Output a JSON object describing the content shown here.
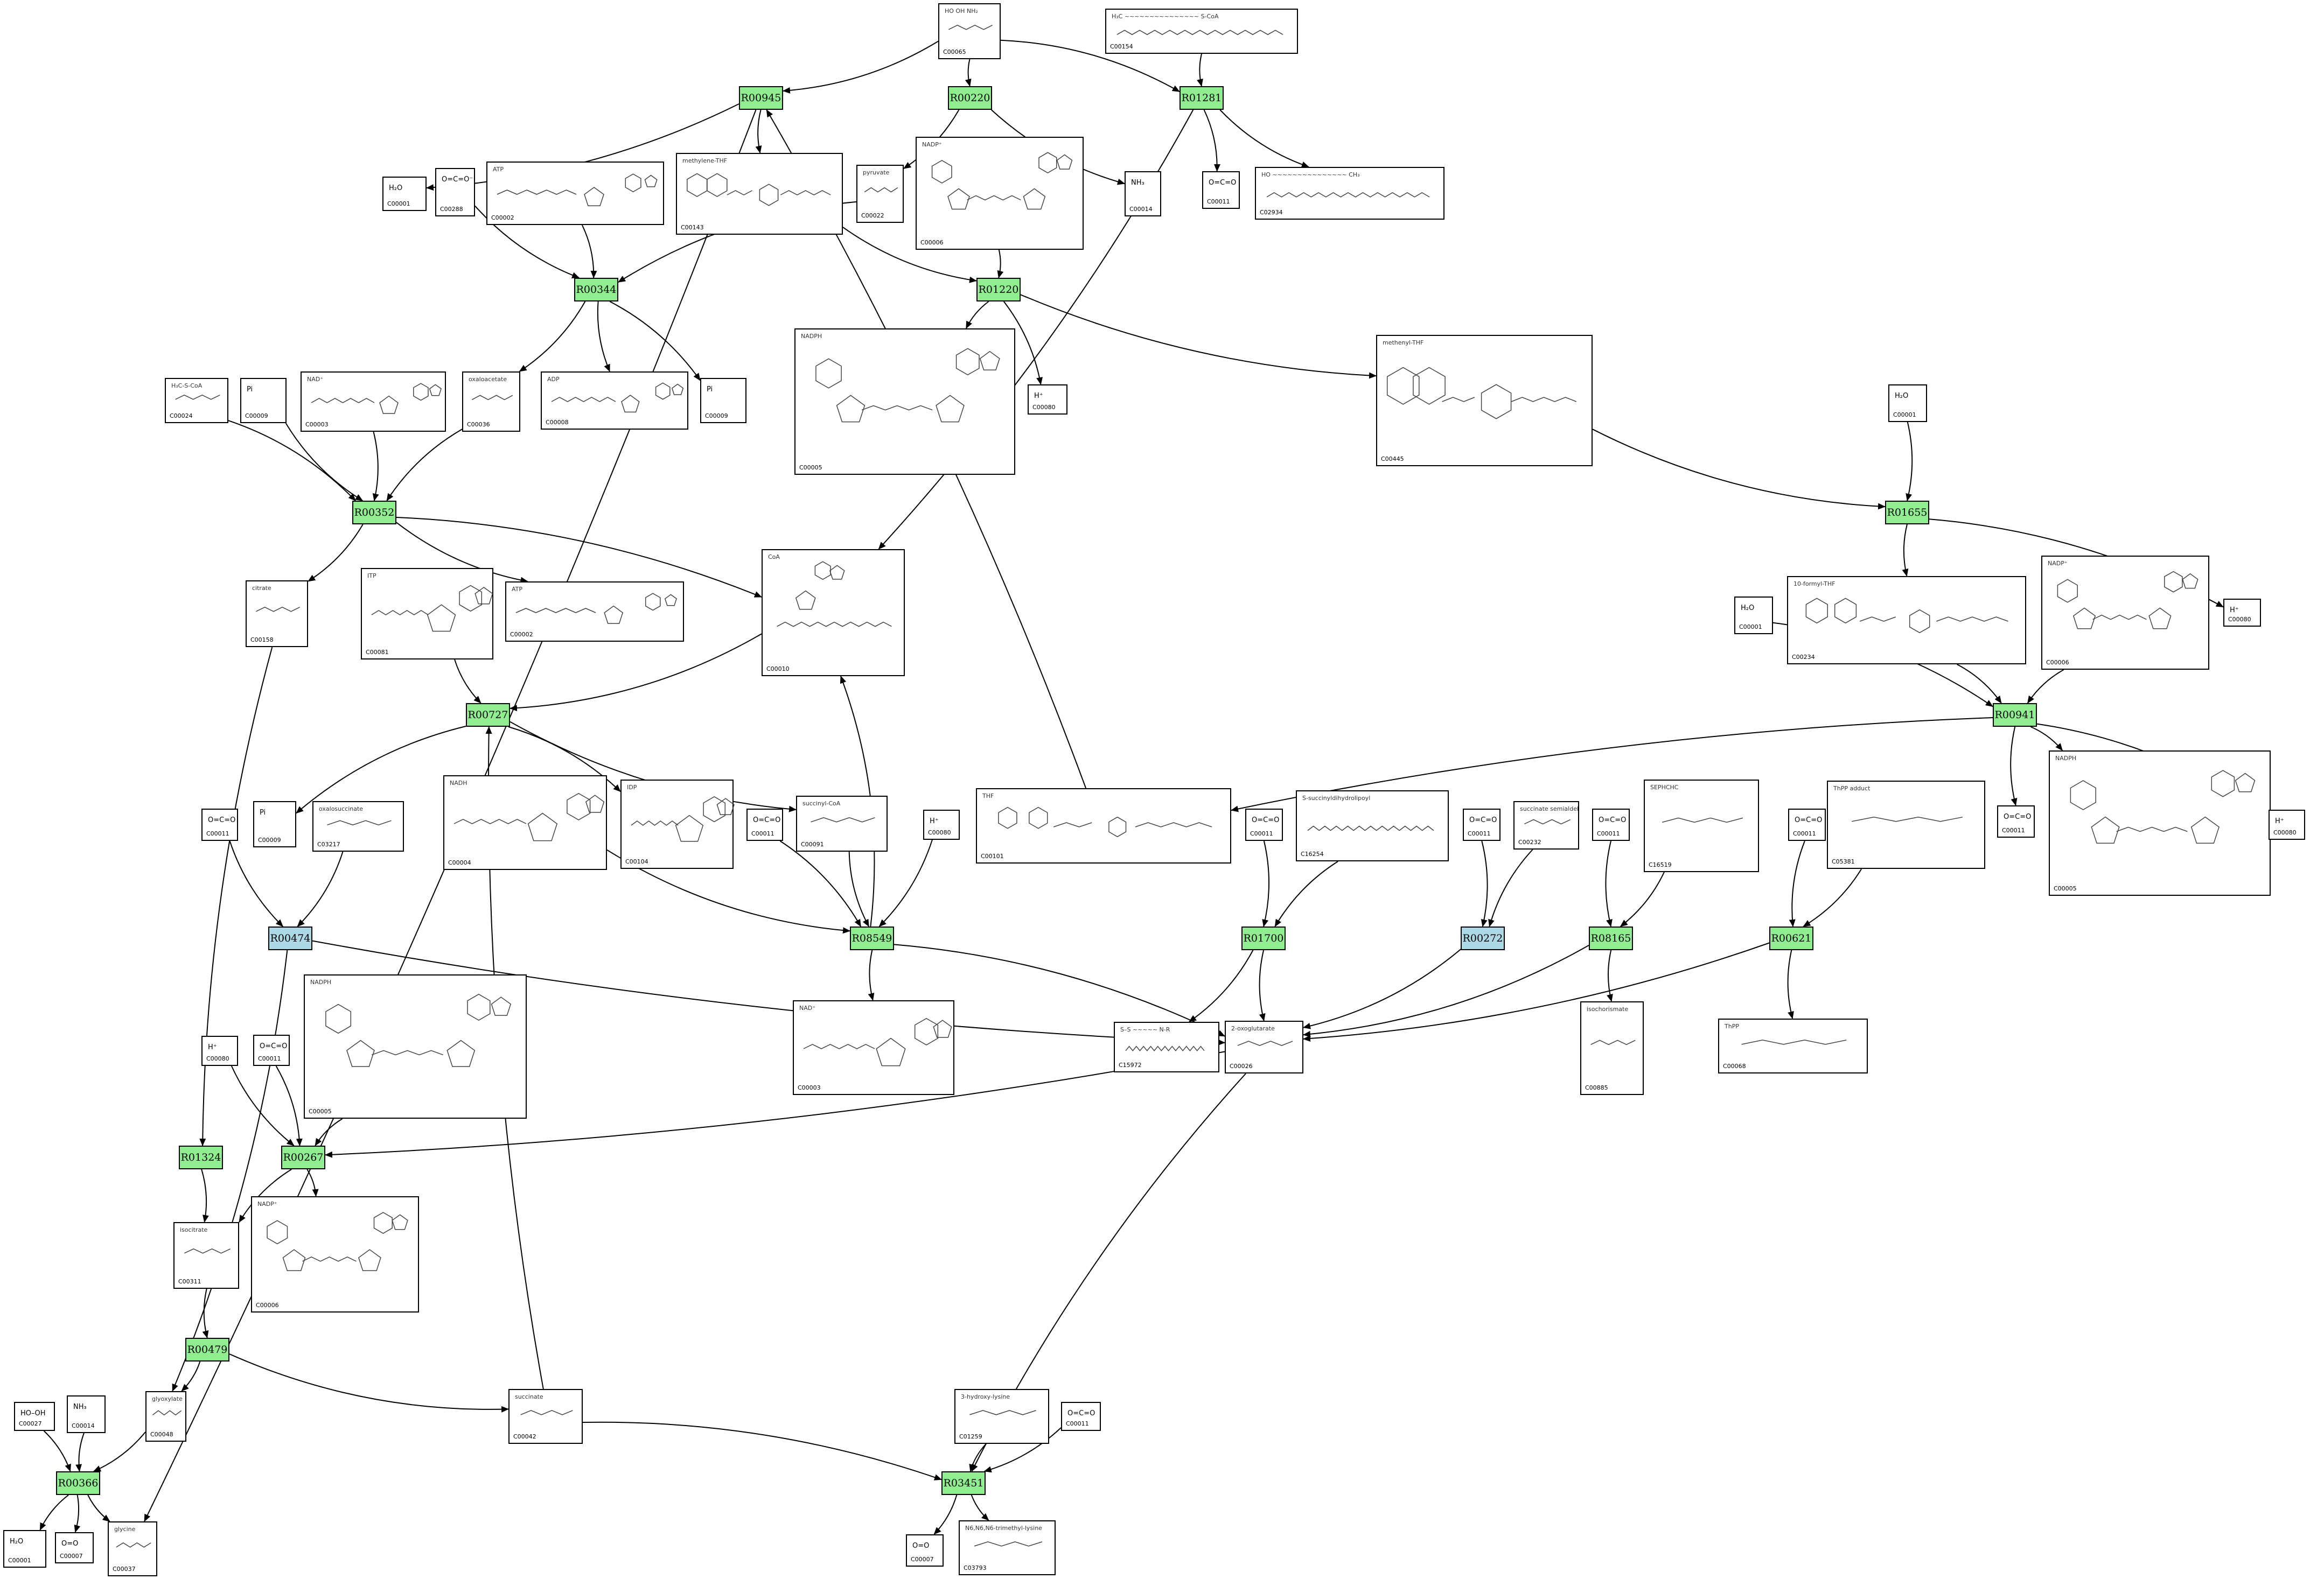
{
  "colors": {
    "reaction": "#90EE90",
    "reaction_alt": "#ADD8E6",
    "stroke": "#000000",
    "background": "#ffffff"
  },
  "reactions": [
    {
      "id": "R00945",
      "label": "R00945",
      "color": "#90EE90"
    },
    {
      "id": "R00220",
      "label": "R00220",
      "color": "#90EE90"
    },
    {
      "id": "R01281",
      "label": "R01281",
      "color": "#90EE90"
    },
    {
      "id": "R00344",
      "label": "R00344",
      "color": "#90EE90"
    },
    {
      "id": "R01220",
      "label": "R01220",
      "color": "#90EE90"
    },
    {
      "id": "R00352",
      "label": "R00352",
      "color": "#90EE90"
    },
    {
      "id": "R01655",
      "label": "R01655",
      "color": "#90EE90"
    },
    {
      "id": "R00727",
      "label": "R00727",
      "color": "#90EE90"
    },
    {
      "id": "R00941",
      "label": "R00941",
      "color": "#90EE90"
    },
    {
      "id": "R00474",
      "label": "R00474",
      "color": "#ADD8E6"
    },
    {
      "id": "R08549",
      "label": "R08549",
      "color": "#90EE90"
    },
    {
      "id": "R01700",
      "label": "R01700",
      "color": "#90EE90"
    },
    {
      "id": "R00272",
      "label": "R00272",
      "color": "#ADD8E6"
    },
    {
      "id": "R08165",
      "label": "R08165",
      "color": "#90EE90"
    },
    {
      "id": "R00621",
      "label": "R00621",
      "color": "#90EE90"
    },
    {
      "id": "R01324",
      "label": "R01324",
      "color": "#90EE90"
    },
    {
      "id": "R00267",
      "label": "R00267",
      "color": "#90EE90"
    },
    {
      "id": "R00479",
      "label": "R00479",
      "color": "#90EE90"
    },
    {
      "id": "R00366",
      "label": "R00366",
      "color": "#90EE90"
    },
    {
      "id": "R03451",
      "label": "R03451",
      "color": "#90EE90"
    }
  ],
  "compounds": [
    {
      "key": "k01",
      "cid": "C00065",
      "label": "HO  OH  NH₂",
      "shape": "small"
    },
    {
      "key": "k02",
      "cid": "C00154",
      "label": "H₃C ~~~~~~~~~~~~~~~ S-CoA",
      "shape": "chain"
    },
    {
      "key": "k03",
      "cid": "C00001",
      "label": "H₂O",
      "shape": "tiny"
    },
    {
      "key": "k04",
      "cid": "C00288",
      "label": "O=C=O⁻",
      "shape": "tiny"
    },
    {
      "key": "k05",
      "cid": "C00002",
      "label": "ATP",
      "shape": "nucleotide"
    },
    {
      "key": "k06",
      "cid": "C00143",
      "label": "methylene-THF",
      "shape": "folate"
    },
    {
      "key": "k07",
      "cid": "C00022",
      "label": "pyruvate",
      "shape": "small"
    },
    {
      "key": "k08",
      "cid": "C00006",
      "label": "NADP⁺",
      "shape": "nad"
    },
    {
      "key": "k09",
      "cid": "C00014",
      "label": "NH₃",
      "shape": "tiny"
    },
    {
      "key": "k10",
      "cid": "C00011",
      "label": "O=C=O",
      "shape": "tiny"
    },
    {
      "key": "k11",
      "cid": "C02934",
      "label": "HO ~~~~~~~~~~~~~~~ CH₃",
      "shape": "chain"
    },
    {
      "key": "k12",
      "cid": "C00024",
      "label": "H₃C-S-CoA",
      "shape": "small"
    },
    {
      "key": "k13",
      "cid": "C00009",
      "label": "Pi",
      "shape": "tiny"
    },
    {
      "key": "k14",
      "cid": "C00003",
      "label": "NAD⁺",
      "shape": "nucleotide"
    },
    {
      "key": "k15",
      "cid": "C00036",
      "label": "oxaloacetate",
      "shape": "small"
    },
    {
      "key": "k16",
      "cid": "C00008",
      "label": "ADP",
      "shape": "nucleotide"
    },
    {
      "key": "k17",
      "cid": "C00009",
      "label": "Pi",
      "shape": "tiny"
    },
    {
      "key": "k18",
      "cid": "C00005",
      "label": "NADPH",
      "shape": "nad_big"
    },
    {
      "key": "k19",
      "cid": "C00080",
      "label": "H⁺",
      "shape": "tiny"
    },
    {
      "key": "k20",
      "cid": "C00445",
      "label": "methenyl-THF",
      "shape": "folate_big"
    },
    {
      "key": "k21",
      "cid": "C00001",
      "label": "H₂O",
      "shape": "tiny"
    },
    {
      "key": "k22",
      "cid": "C00158",
      "label": "citrate",
      "shape": "small"
    },
    {
      "key": "k23",
      "cid": "C00081",
      "label": "ITP",
      "shape": "nucleotide"
    },
    {
      "key": "k24",
      "cid": "C00002",
      "label": "ATP",
      "shape": "nucleotide"
    },
    {
      "key": "k25",
      "cid": "C00010",
      "label": "CoA",
      "shape": "coa"
    },
    {
      "key": "k26",
      "cid": "C00234",
      "label": "10-formyl-THF",
      "shape": "folate"
    },
    {
      "key": "k27",
      "cid": "C00006",
      "label": "NADP⁺",
      "shape": "nad"
    },
    {
      "key": "k28",
      "cid": "C00001",
      "label": "H₂O",
      "shape": "tiny"
    },
    {
      "key": "k29",
      "cid": "C00080",
      "label": "H⁺",
      "shape": "tiny"
    },
    {
      "key": "k30",
      "cid": "C00011",
      "label": "O=C=O",
      "shape": "tiny"
    },
    {
      "key": "k31",
      "cid": "C00009",
      "label": "Pi",
      "shape": "tiny"
    },
    {
      "key": "k32",
      "cid": "C03217",
      "label": "oxalosuccinate",
      "shape": "small"
    },
    {
      "key": "k33",
      "cid": "C00004",
      "label": "NADH",
      "shape": "nucleotide"
    },
    {
      "key": "k34",
      "cid": "C00104",
      "label": "IDP",
      "shape": "nucleotide"
    },
    {
      "key": "k35",
      "cid": "C00011",
      "label": "O=C=O",
      "shape": "tiny"
    },
    {
      "key": "k36",
      "cid": "C00091",
      "label": "succinyl-CoA",
      "shape": "small"
    },
    {
      "key": "k37",
      "cid": "C00080",
      "label": "H⁺",
      "shape": "tiny"
    },
    {
      "key": "k38",
      "cid": "C00101",
      "label": "THF",
      "shape": "folate_wide"
    },
    {
      "key": "k39",
      "cid": "C00011",
      "label": "O=C=O",
      "shape": "tiny"
    },
    {
      "key": "k40",
      "cid": "C16254",
      "label": "S-succinyldihydrolipoyl",
      "shape": "chain"
    },
    {
      "key": "k41",
      "cid": "C00011",
      "label": "O=C=O",
      "shape": "tiny"
    },
    {
      "key": "k42",
      "cid": "C00232",
      "label": "succinate semialdehyde",
      "shape": "small"
    },
    {
      "key": "k43",
      "cid": "C00011",
      "label": "O=C=O",
      "shape": "tiny"
    },
    {
      "key": "k44",
      "cid": "C16519",
      "label": "SEPHCHC",
      "shape": "small"
    },
    {
      "key": "k45",
      "cid": "C00011",
      "label": "O=C=O",
      "shape": "tiny"
    },
    {
      "key": "k46",
      "cid": "C05381",
      "label": "ThPP adduct",
      "shape": "small"
    },
    {
      "key": "k47",
      "cid": "C00011",
      "label": "O=C=O",
      "shape": "tiny"
    },
    {
      "key": "k48",
      "cid": "C00080",
      "label": "H⁺",
      "shape": "tiny"
    },
    {
      "key": "k49",
      "cid": "C00005",
      "label": "NADPH",
      "shape": "nad_big"
    },
    {
      "key": "k50",
      "cid": "C00005",
      "label": "NADPH",
      "shape": "nad_big"
    },
    {
      "key": "k51",
      "cid": "C00080",
      "label": "H⁺",
      "shape": "tiny"
    },
    {
      "key": "k52",
      "cid": "C00011",
      "label": "O=C=O",
      "shape": "tiny"
    },
    {
      "key": "k53",
      "cid": "C00003",
      "label": "NAD⁺",
      "shape": "nucleotide"
    },
    {
      "key": "k54",
      "cid": "C15972",
      "label": "S–S ~~~~~ N-R",
      "shape": "chain"
    },
    {
      "key": "k55",
      "cid": "C00026",
      "label": "2-oxoglutarate",
      "shape": "small"
    },
    {
      "key": "k56",
      "cid": "C00885",
      "label": "isochorismate",
      "shape": "small"
    },
    {
      "key": "k57",
      "cid": "C00068",
      "label": "ThPP",
      "shape": "small"
    },
    {
      "key": "k58",
      "cid": "C00006",
      "label": "NADP⁺",
      "shape": "nad"
    },
    {
      "key": "k59",
      "cid": "C00311",
      "label": "isocitrate",
      "shape": "small"
    },
    {
      "key": "k60",
      "cid": "C00027",
      "label": "HO–OH",
      "shape": "tiny"
    },
    {
      "key": "k61",
      "cid": "C00014",
      "label": "NH₃",
      "shape": "tiny"
    },
    {
      "key": "k62",
      "cid": "C00048",
      "label": "glyoxylate",
      "shape": "small"
    },
    {
      "key": "k63",
      "cid": "C00042",
      "label": "succinate",
      "shape": "small"
    },
    {
      "key": "k64",
      "cid": "C01259",
      "label": "3-hydroxy-lysine",
      "shape": "small"
    },
    {
      "key": "k65",
      "cid": "C00011",
      "label": "O=C=O",
      "shape": "tiny"
    },
    {
      "key": "k66",
      "cid": "C00001",
      "label": "H₂O",
      "shape": "tiny"
    },
    {
      "key": "k67",
      "cid": "C00007",
      "label": "O=O",
      "shape": "tiny"
    },
    {
      "key": "k68",
      "cid": "C00037",
      "label": "glycine",
      "shape": "small"
    },
    {
      "key": "k69",
      "cid": "C00007",
      "label": "O=O",
      "shape": "tiny"
    },
    {
      "key": "k70",
      "cid": "C03793",
      "label": "N6,N6,N6-trimethyl-lysine",
      "shape": "small"
    }
  ],
  "edges": [
    [
      "k01",
      "R00945"
    ],
    [
      "k01",
      "R00220"
    ],
    [
      "k01",
      "R01281"
    ],
    [
      "k02",
      "R01281"
    ],
    [
      "R00945",
      "k03"
    ],
    [
      "R00945",
      "k06"
    ],
    [
      "R00945",
      "k68"
    ],
    [
      "k38",
      "R00945"
    ],
    [
      "R00220",
      "k07"
    ],
    [
      "R00220",
      "k09"
    ],
    [
      "R01281",
      "k10"
    ],
    [
      "R01281",
      "k11"
    ],
    [
      "R01281",
      "k25"
    ],
    [
      "k04",
      "R00344"
    ],
    [
      "k05",
      "R00344"
    ],
    [
      "k07",
      "R00344"
    ],
    [
      "R00344",
      "k15"
    ],
    [
      "R00344",
      "k16"
    ],
    [
      "R00344",
      "k17"
    ],
    [
      "k06",
      "R01220"
    ],
    [
      "k08",
      "R01220"
    ],
    [
      "R01220",
      "k18"
    ],
    [
      "R01220",
      "k19"
    ],
    [
      "R01220",
      "k20"
    ],
    [
      "k12",
      "R00352"
    ],
    [
      "k13",
      "R00352"
    ],
    [
      "k14",
      "R00352"
    ],
    [
      "k15",
      "R00352"
    ],
    [
      "R00352",
      "k22"
    ],
    [
      "R00352",
      "k24"
    ],
    [
      "R00352",
      "k25"
    ],
    [
      "k20",
      "R01655"
    ],
    [
      "k21",
      "R01655"
    ],
    [
      "R01655",
      "k26"
    ],
    [
      "R01655",
      "k29"
    ],
    [
      "k23",
      "R00727"
    ],
    [
      "k25",
      "R00727"
    ],
    [
      "R00727",
      "k31"
    ],
    [
      "R00727",
      "k34"
    ],
    [
      "R00727",
      "k36"
    ],
    [
      "k26",
      "R00941"
    ],
    [
      "k27",
      "R00941"
    ],
    [
      "k28",
      "R00941"
    ],
    [
      "R00941",
      "k38"
    ],
    [
      "R00941",
      "k49"
    ],
    [
      "R00941",
      "k52"
    ],
    [
      "R00941",
      "k51"
    ],
    [
      "k30",
      "R00474"
    ],
    [
      "k32",
      "R00474"
    ],
    [
      "R00474",
      "k55"
    ],
    [
      "R00474",
      "k62"
    ],
    [
      "k33",
      "R08549"
    ],
    [
      "k35",
      "R08549"
    ],
    [
      "k36",
      "R08549"
    ],
    [
      "k37",
      "R08549"
    ],
    [
      "R08549",
      "k53"
    ],
    [
      "R08549",
      "k55"
    ],
    [
      "R08549",
      "k25"
    ],
    [
      "k39",
      "R01700"
    ],
    [
      "k40",
      "R01700"
    ],
    [
      "R01700",
      "k54"
    ],
    [
      "R01700",
      "k55"
    ],
    [
      "k41",
      "R00272"
    ],
    [
      "k42",
      "R00272"
    ],
    [
      "R00272",
      "k55"
    ],
    [
      "k43",
      "R08165"
    ],
    [
      "k44",
      "R08165"
    ],
    [
      "R08165",
      "k56"
    ],
    [
      "R08165",
      "k55"
    ],
    [
      "k45",
      "R00621"
    ],
    [
      "k46",
      "R00621"
    ],
    [
      "R00621",
      "k57"
    ],
    [
      "R00621",
      "k55"
    ],
    [
      "k22",
      "R01324"
    ],
    [
      "R01324",
      "k59"
    ],
    [
      "k48",
      "R00267"
    ],
    [
      "k47",
      "R00267"
    ],
    [
      "k50",
      "R00267"
    ],
    [
      "k55",
      "R00267"
    ],
    [
      "R00267",
      "k59"
    ],
    [
      "R00267",
      "k58"
    ],
    [
      "k59",
      "R00479"
    ],
    [
      "R00479",
      "k62"
    ],
    [
      "R00479",
      "k63"
    ],
    [
      "k60",
      "R00366"
    ],
    [
      "k61",
      "R00366"
    ],
    [
      "k62",
      "R00366"
    ],
    [
      "R00366",
      "k66"
    ],
    [
      "R00366",
      "k67"
    ],
    [
      "R00366",
      "k68"
    ],
    [
      "k63",
      "R03451"
    ],
    [
      "k64",
      "R03451"
    ],
    [
      "k65",
      "R03451"
    ],
    [
      "k55",
      "R03451"
    ],
    [
      "R03451",
      "k69"
    ],
    [
      "R03451",
      "k70"
    ],
    [
      "k63",
      "R00727"
    ]
  ]
}
